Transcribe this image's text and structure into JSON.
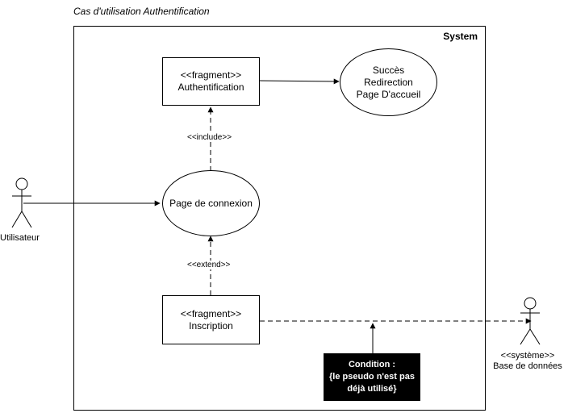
{
  "diagram": {
    "title": "Cas d'utilisation Authentification",
    "system_label": "System"
  },
  "use_cases": {
    "auth": {
      "stereotype": "<<fragment>>",
      "name": "Authentification"
    },
    "success": {
      "line1": "Succès",
      "line2": "Redirection",
      "line3": "Page D'accueil"
    },
    "login": {
      "name": "Page de connexion"
    },
    "signup": {
      "stereotype": "<<fragment>>",
      "name": "Inscription"
    }
  },
  "relations": {
    "include": "<<include>>",
    "extend": "<<extend>>"
  },
  "note": {
    "line1": "Condition :",
    "line2": "{le pseudo n'est pas",
    "line3": "déjà utilisé}"
  },
  "actors": {
    "user": {
      "name": "Utilisateur"
    },
    "db": {
      "stereotype": "<<système>>",
      "name": "Base de données"
    }
  },
  "colors": {
    "line": "#000000",
    "note_bg": "#000000",
    "note_text": "#ffffff"
  }
}
